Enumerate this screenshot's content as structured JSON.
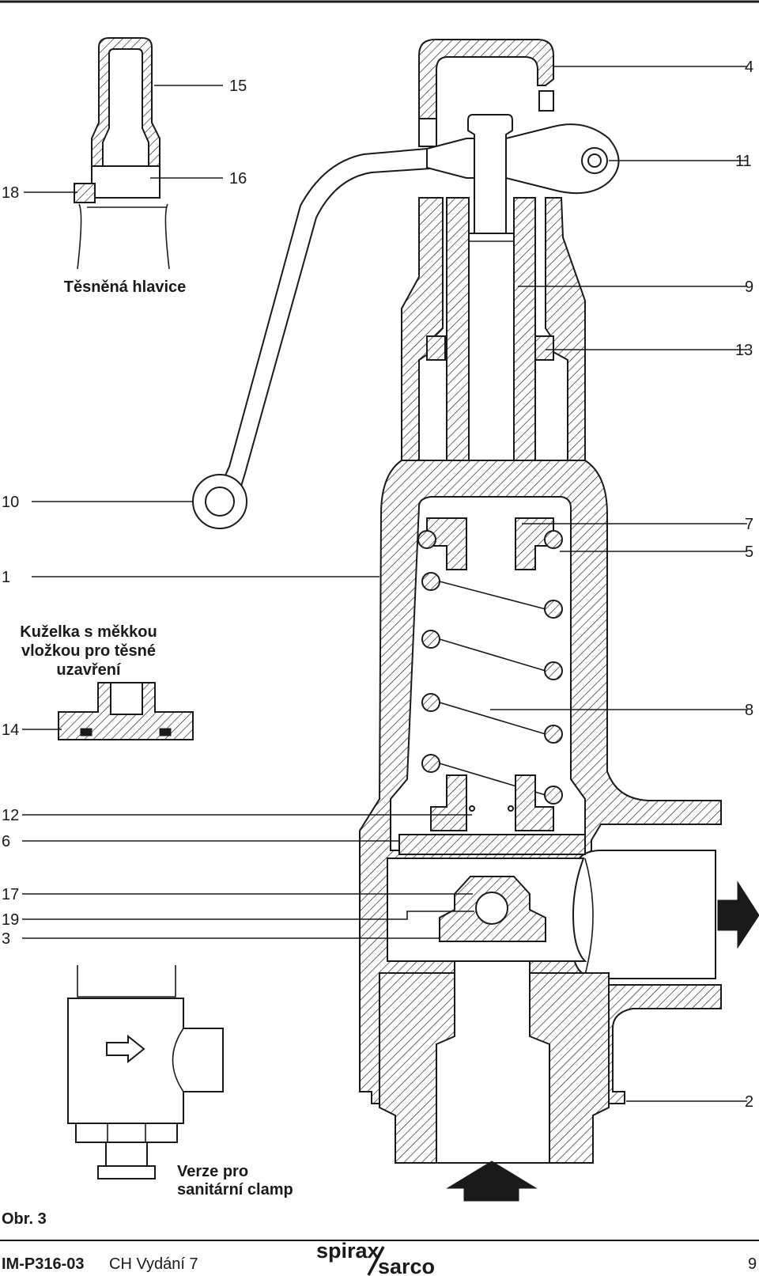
{
  "callouts": {
    "c4": "4",
    "c11": "11",
    "c9": "9",
    "c13": "13",
    "c7": "7",
    "c5": "5",
    "c8": "8",
    "c2": "2",
    "c15": "15",
    "c16": "16",
    "c18": "18",
    "c10": "10",
    "c1": "1",
    "c14": "14",
    "c12": "12",
    "c6": "6",
    "c17": "17",
    "c19": "19",
    "c3": "3"
  },
  "captions": {
    "sealed_cap": "Těsněná hlavice",
    "soft_disc_line1": "Kuželka s měkkou",
    "soft_disc_line2": "vložkou pro těsné",
    "soft_disc_line3": "uzavření",
    "sanitary_line1": "Verze pro",
    "sanitary_line2": "sanitární clamp",
    "figure": "Obr. 3"
  },
  "footer": {
    "doc_code": "IM-P316-03",
    "edition": "CH Vydání 7",
    "logo_top": "spirax",
    "logo_bottom": "sarco",
    "page_number": "9"
  },
  "icons": {
    "inlet_arrow": "arrow-up-icon",
    "outlet_arrow": "arrow-right-icon",
    "flow_arrow": "hollow-arrow-right-icon"
  }
}
